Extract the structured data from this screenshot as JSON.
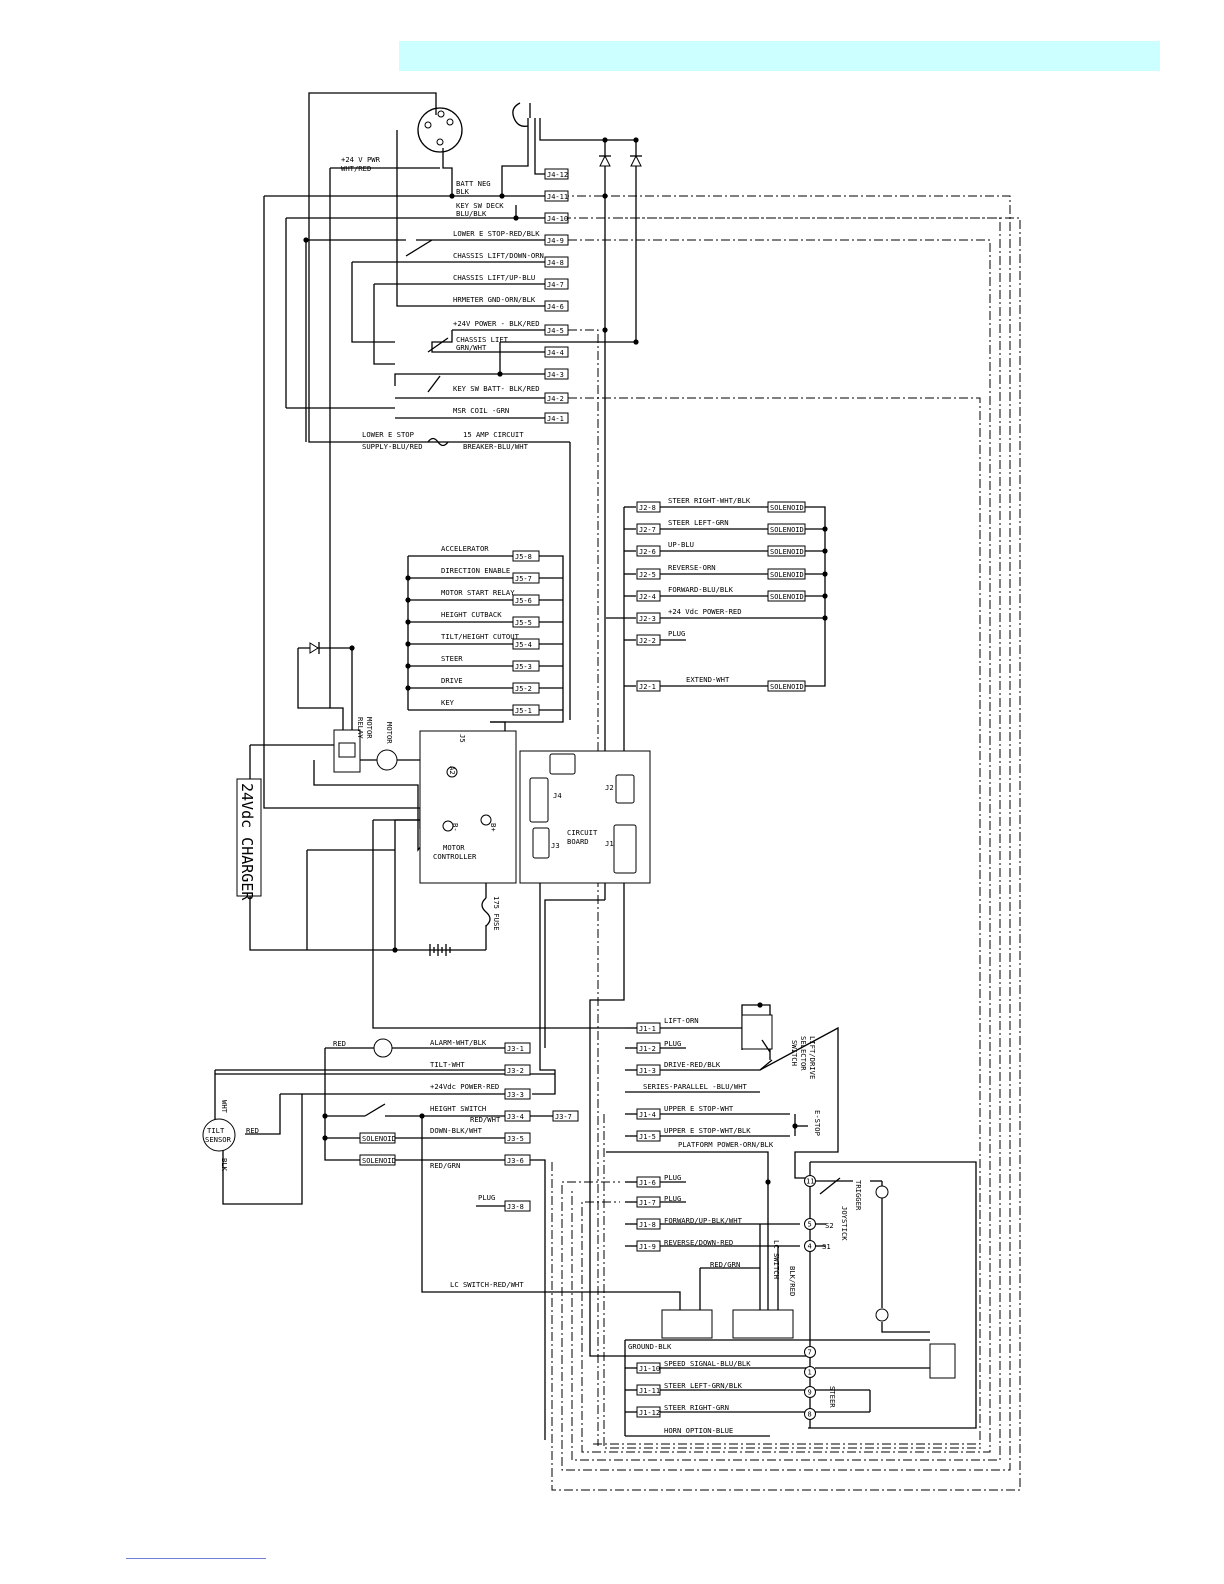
{
  "colors": {
    "header_bar": "#ccffff",
    "ink": "#000000",
    "footer_rule": "#6f7fd8"
  },
  "j4": {
    "pins": [
      "J4-12",
      "J4-11",
      "J4-10",
      "J4-9",
      "J4-8",
      "J4-7",
      "J4-6",
      "J4-5",
      "J4-4",
      "J4-3",
      "J4-2",
      "J4-1"
    ],
    "pwr": "+24 V PWR",
    "pwr2": "WHT/RED",
    "batt_neg": "BATT NEG",
    "batt_neg2": "BLK",
    "key_sw_deck": "KEY SW DECK",
    "key_sw_deck2": "BLU/BLK",
    "lower_estop": "LOWER E STOP-RED/BLK",
    "chassis_down": "CHASSIS LIFT/DOWN-ORN",
    "chassis_up": "CHASSIS LIFT/UP-BLU",
    "hrmeter": "HRMETER GND-ORN/BLK",
    "power24": "+24V POWER - BLK/RED",
    "chassis_lift": "CHASSIS LIFT",
    "chassis_lift2": "GRN/WHT",
    "key_sw_batt": "KEY SW BATT- BLK/RED",
    "msr_coil": "MSR COIL -GRN",
    "lower_estop_supply": "LOWER E STOP",
    "lower_estop_supply2": "SUPPLY-BLU/RED",
    "breaker": "15 AMP CIRCUIT",
    "breaker2": "BREAKER-BLU/WHT"
  },
  "j2": {
    "pins": [
      "J2-8",
      "J2-7",
      "J2-6",
      "J2-5",
      "J2-4",
      "J2-3",
      "J2-2",
      "J2-1"
    ],
    "labels": [
      "STEER RIGHT-WHT/BLK",
      "STEER LEFT-GRN",
      "UP-BLU",
      "REVERSE-ORN",
      "FORWARD-BLU/BLK",
      "+24 Vdc POWER-RED",
      "PLUG",
      "EXTEND-WHT"
    ],
    "solenoid": "SOLENOID"
  },
  "j5": {
    "pins": [
      "J5-8",
      "J5-7",
      "J5-6",
      "J5-5",
      "J5-4",
      "J5-3",
      "J5-2",
      "J5-1"
    ],
    "labels": [
      "ACCELERATOR",
      "DIRECTION ENABLE",
      "MOTOR START RELAY",
      "HEIGHT CUTBACK",
      "TILT/HEIGHT CUTOUT",
      "STEER",
      "DRIVE",
      "KEY"
    ]
  },
  "j3": {
    "pins": [
      "J3-1",
      "J3-2",
      "J3-3",
      "J3-4",
      "J3-5",
      "J3-6",
      "J3-8",
      "J3-7"
    ],
    "alarm": "ALARM-WHT/BLK",
    "tilt": "TILT-WHT",
    "power": "+24Vdc POWER-RED",
    "height_switch": "HEIGHT SWITCH",
    "red_wht": "RED/WHT",
    "down": "DOWN-BLK/WHT",
    "red_grn": "RED/GRN",
    "plug": "PLUG",
    "red": "RED",
    "lc_switch": "LC SWITCH-RED/WHT"
  },
  "j1": {
    "pins": [
      "J1-1",
      "J1-2",
      "J1-3",
      "J1-4",
      "J1-5",
      "J1-6",
      "J1-7",
      "J1-8",
      "J1-9",
      "J1-10",
      "J1-11",
      "J1-12"
    ],
    "lift": "LIFT-ORN",
    "plug": "PLUG",
    "drive": "DRIVE-RED/BLK",
    "series": "SERIES-PARALLEL -BLU/WHT",
    "upper1": "UPPER E STOP-WHT",
    "upper2": "UPPER E STOP-WHT/BLK",
    "platform": "PLATFORM POWER-ORN/BLK",
    "forward": "FORWARD/UP-BLK/WHT",
    "reverse": "REVERSE/DOWN-RED",
    "red_grn": "RED/GRN",
    "ground": "GROUND-BLK",
    "speed": "SPEED SIGNAL-BLU/BLK",
    "steer_left": "STEER LEFT-GRN/BLK",
    "steer_right": "STEER RIGHT-GRN",
    "horn": "HORN OPTION-BLUE",
    "blk_red": "BLK/RED"
  },
  "components": {
    "charger": "24Vdc CHARGER",
    "tilt": "TILT",
    "sensor": "SENSOR",
    "wht": "WHT",
    "blk": "BLK",
    "motor_relay": "MOTOR",
    "motor_relay2": "RELAY",
    "motor": "MOTOR",
    "a2": "A2",
    "b_minus": "B-",
    "b_plus": "B+",
    "mc1": "MOTOR",
    "mc2": "CONTROLLER",
    "fuse": "175 FUSE",
    "circuit": "CIRCUIT",
    "board": "BOARD",
    "j5": "J5",
    "j4": "J4",
    "j3": "J3",
    "j2": "J2",
    "j1": "J1",
    "estop": "E-STOP",
    "lds1": "LIFT/DRIVE",
    "lds2": "SELECTOR",
    "lds3": "SWITCH",
    "trigger": "TRIGGER",
    "joystick": "JOYSTICK",
    "steer": "STEER",
    "lc_switch": "LC SWITCH",
    "s1": "S1",
    "s2": "S2",
    "pin_nums": [
      "11",
      "5",
      "4",
      "7",
      "1",
      "9",
      "8"
    ]
  }
}
